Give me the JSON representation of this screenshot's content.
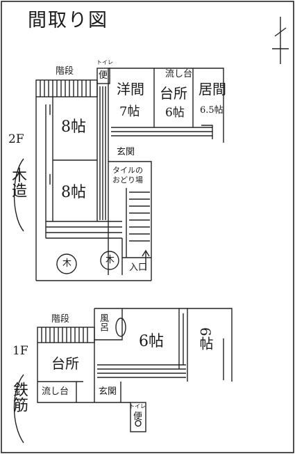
{
  "title": "間取り図",
  "north_mark": "N",
  "floor2": {
    "label": "2F",
    "structure": "木造",
    "rooms": {
      "stairs": "階段",
      "toilet_tag": "トイレ",
      "toilet": "便",
      "western_room": "洋間",
      "western_size": "7帖",
      "sink": "流し台",
      "kitchen": "台所",
      "kitchen_size": "6帖",
      "living": "居間",
      "living_size": "6.5帖",
      "room_a": "8帖",
      "room_b": "8帖",
      "entrance": "玄関",
      "landing": "タイルの\nおどり場",
      "entry": "入口",
      "tree1": "木",
      "tree2": "木"
    }
  },
  "floor1": {
    "label": "1F",
    "structure": "鉄筋",
    "rooms": {
      "stairs": "階段",
      "bath": "風呂",
      "room_a": "6帖",
      "room_b": "6帖",
      "kitchen": "台所",
      "sink": "流し台",
      "entrance": "玄関",
      "toilet_tag": "トイレ",
      "toilet": "便"
    }
  }
}
